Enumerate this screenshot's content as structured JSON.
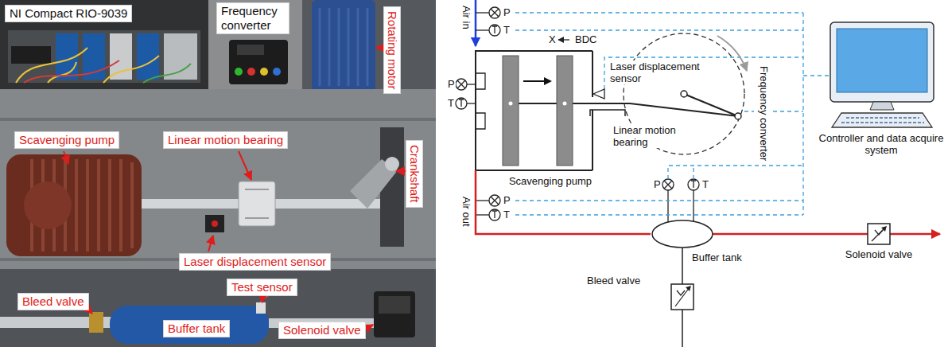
{
  "diagram": {
    "nodes": [
      {
        "text": [
          "NI Compact RIO-9039"
        ]
      },
      {
        "text": [
          "Frequency converter"
        ]
      },
      {
        "text": [
          "Rotating motor"
        ]
      },
      {
        "text": [
          "Scavenging pump"
        ]
      },
      {
        "text": [
          "Linear motion bearing"
        ]
      },
      {
        "text": [
          "Crankshaft"
        ]
      },
      {
        "text": [
          "Laser displacement sensor"
        ]
      },
      {
        "text": [
          "Test sensor"
        ]
      },
      {
        "text": [
          "Bleed valve"
        ]
      },
      {
        "text": [
          "Buffer tank"
        ]
      },
      {
        "text": [
          "Solenoid valve"
        ]
      },
      {
        "text": [
          "Scavenging pump"
        ]
      },
      {
        "text": [
          "Buffer tank"
        ]
      },
      {
        "text": [
          "Solenoid valve"
        ]
      },
      {
        "text": [
          "Bleed valve"
        ]
      },
      {
        "text": [
          "Controller and data acquire system"
        ]
      }
    ],
    "edges": [
      {
        "from": 11,
        "to": 12,
        "arrow": "none"
      },
      {
        "from": 12,
        "to": 13,
        "arrow": "none"
      },
      {
        "from": 12,
        "to": 14,
        "arrow": "none"
      }
    ],
    "labels": [
      "Air in",
      "P",
      "T",
      "X",
      "BDC",
      "P",
      "T",
      "Laser displacement sensor",
      "Linear motion bearing",
      "Frequency converter",
      "Air out",
      "P",
      "T",
      "P",
      "T"
    ]
  }
}
